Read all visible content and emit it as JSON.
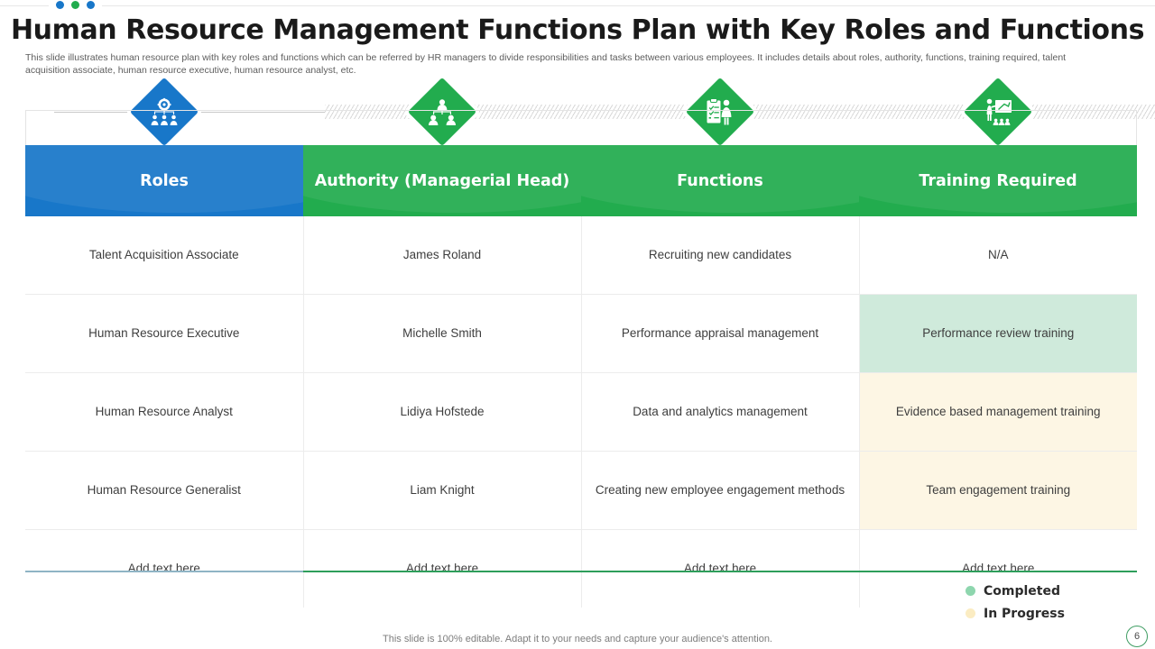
{
  "header": {
    "dots": [
      "blue",
      "green",
      "blue"
    ],
    "title": "Human Resource Management Functions Plan with Key Roles and Functions",
    "subtitle": "This slide illustrates human resource plan with key roles and functions which can be referred by HR managers to divide responsibilities and tasks between various employees. It includes details about roles, authority, functions, training required, talent acquisition associate, human resource executive, human resource analyst, etc."
  },
  "icons": [
    {
      "name": "org-gear-people-icon",
      "color": "#1877c9"
    },
    {
      "name": "hierarchy-people-icon",
      "color": "#22ac4e"
    },
    {
      "name": "checklist-person-icon",
      "color": "#22ac4e"
    },
    {
      "name": "training-presentation-icon",
      "color": "#22ac4e"
    }
  ],
  "table": {
    "columns": [
      {
        "label": "Roles",
        "color": "#1877c9"
      },
      {
        "label": "Authority (Managerial Head)",
        "color": "#22ac4e"
      },
      {
        "label": "Functions",
        "color": "#22ac4e"
      },
      {
        "label": "Training Required",
        "color": "#22ac4e"
      }
    ],
    "rows": [
      {
        "role": "Talent Acquisition Associate",
        "authority": "James Roland",
        "function": "Recruiting new candidates",
        "training": "N/A",
        "training_status": "none"
      },
      {
        "role": "Human Resource Executive",
        "authority": "Michelle Smith",
        "function": "Performance appraisal management",
        "training": "Performance review training",
        "training_status": "completed"
      },
      {
        "role": "Human Resource Analyst",
        "authority": "Lidiya Hofstede",
        "function": "Data and analytics management",
        "training": "Evidence based management training",
        "training_status": "in-progress"
      },
      {
        "role": "Human Resource Generalist",
        "authority": "Liam Knight",
        "function": "Creating new employee engagement methods",
        "training": "Team engagement training",
        "training_status": "in-progress"
      },
      {
        "role": "Add text here",
        "authority": "Add text here",
        "function": "Add text here",
        "training": "Add text here",
        "training_status": "none"
      }
    ]
  },
  "legend": [
    {
      "label": "Completed",
      "color": "#8ed6ae"
    },
    {
      "label": "In Progress",
      "color": "#fbecc2"
    }
  ],
  "footer": {
    "note": "This slide is 100% editable. Adapt it to your needs and capture your audience's attention.",
    "page_number": "6"
  },
  "colors": {
    "primary_blue": "#1877c9",
    "primary_green": "#22ac4e",
    "completed_fill": "#cfeadb",
    "in_progress_fill": "#fdf6e4"
  }
}
